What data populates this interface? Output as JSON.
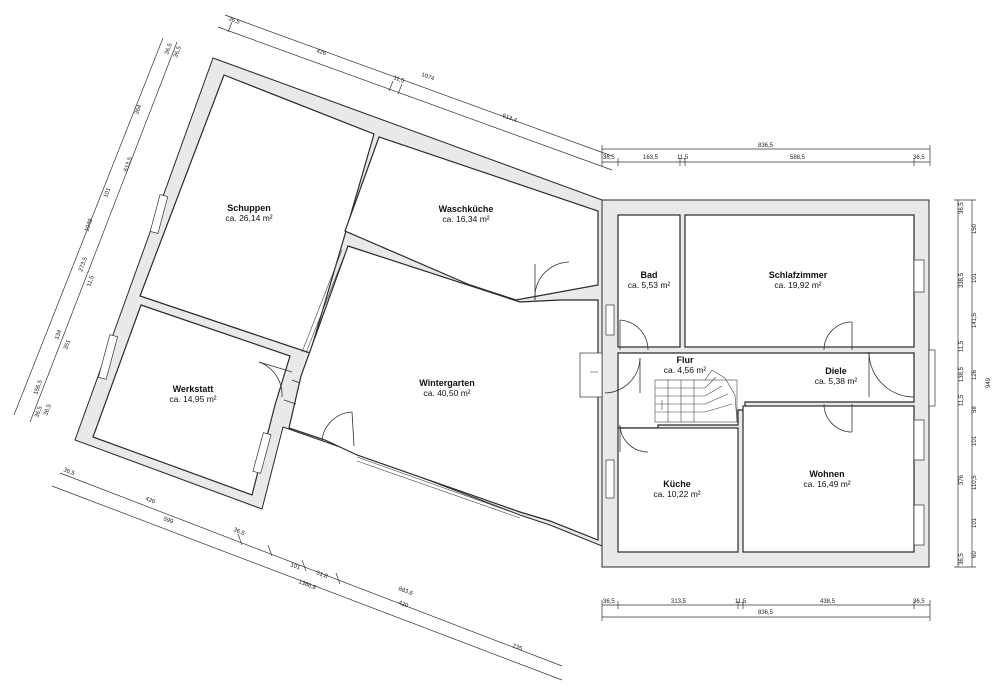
{
  "rooms": {
    "schuppen": {
      "name": "Schuppen",
      "area": "ca. 26,14 m²"
    },
    "waschkueche": {
      "name": "Waschküche",
      "area": "ca. 16,34 m²"
    },
    "werkstatt": {
      "name": "Werkstatt",
      "area": "ca. 14,95 m²"
    },
    "wintergarten": {
      "name": "Wintergarten",
      "area": "ca. 40,50 m²"
    },
    "bad": {
      "name": "Bad",
      "area": "ca. 5,53 m²"
    },
    "schlafzimmer": {
      "name": "Schlafzimmer",
      "area": "ca. 19,92 m²"
    },
    "flur": {
      "name": "Flur",
      "area": "ca. 4,56 m²"
    },
    "diele": {
      "name": "Diele",
      "area": "ca. 5,38 m²"
    },
    "kueche": {
      "name": "Küche",
      "area": "ca. 10,22 m²"
    },
    "wohnen": {
      "name": "Wohnen",
      "area": "ca. 16,49 m²"
    }
  },
  "dims": {
    "top_diag": [
      "36,5",
      "426",
      "11,5",
      "1074",
      "613,4"
    ],
    "top_right": [
      "836,5",
      "36,5",
      "163,5",
      "11,5",
      "588,5",
      "36,5"
    ],
    "left_diag": [
      "36,5",
      "36,5",
      "1049",
      "364",
      "613,5",
      "101",
      "11,5",
      "273,5",
      "134",
      "351",
      "156,5",
      "36,5",
      "36,5"
    ],
    "right_vert": [
      "36,5",
      "150",
      "101",
      "338,5",
      "141,5",
      "11,5",
      "126",
      "138,5",
      "11,5",
      "58",
      "949",
      "101",
      "110,5",
      "376",
      "101",
      "60",
      "36,5"
    ],
    "bottom_right": [
      "36,5",
      "313,5",
      "11,5",
      "438,5",
      "36,5",
      "836,5"
    ],
    "bottom_diag": [
      "36,5",
      "426",
      "599",
      "36,5",
      "101",
      "51,8",
      "883,6",
      "1386,8",
      "420",
      "235"
    ]
  }
}
